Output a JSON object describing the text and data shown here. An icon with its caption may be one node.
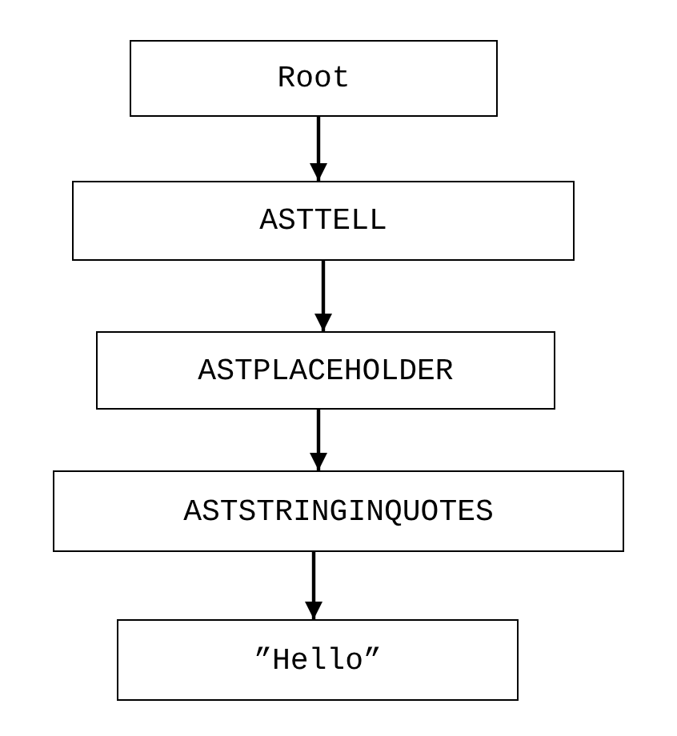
{
  "diagram": {
    "nodes": [
      {
        "text": [
          "Root"
        ]
      },
      {
        "text": [
          "ASTTELL"
        ]
      },
      {
        "text": [
          "ASTPLACEHOLDER"
        ]
      },
      {
        "text": [
          "ASTSTRINGINQUOTES"
        ]
      },
      {
        "text": [
          "”Hello”"
        ]
      }
    ],
    "edges": [
      {
        "from": 0,
        "to": 1,
        "arrow": "to"
      },
      {
        "from": 1,
        "to": 2,
        "arrow": "to"
      },
      {
        "from": 2,
        "to": 3,
        "arrow": "to"
      },
      {
        "from": 3,
        "to": 4,
        "arrow": "to"
      }
    ]
  }
}
